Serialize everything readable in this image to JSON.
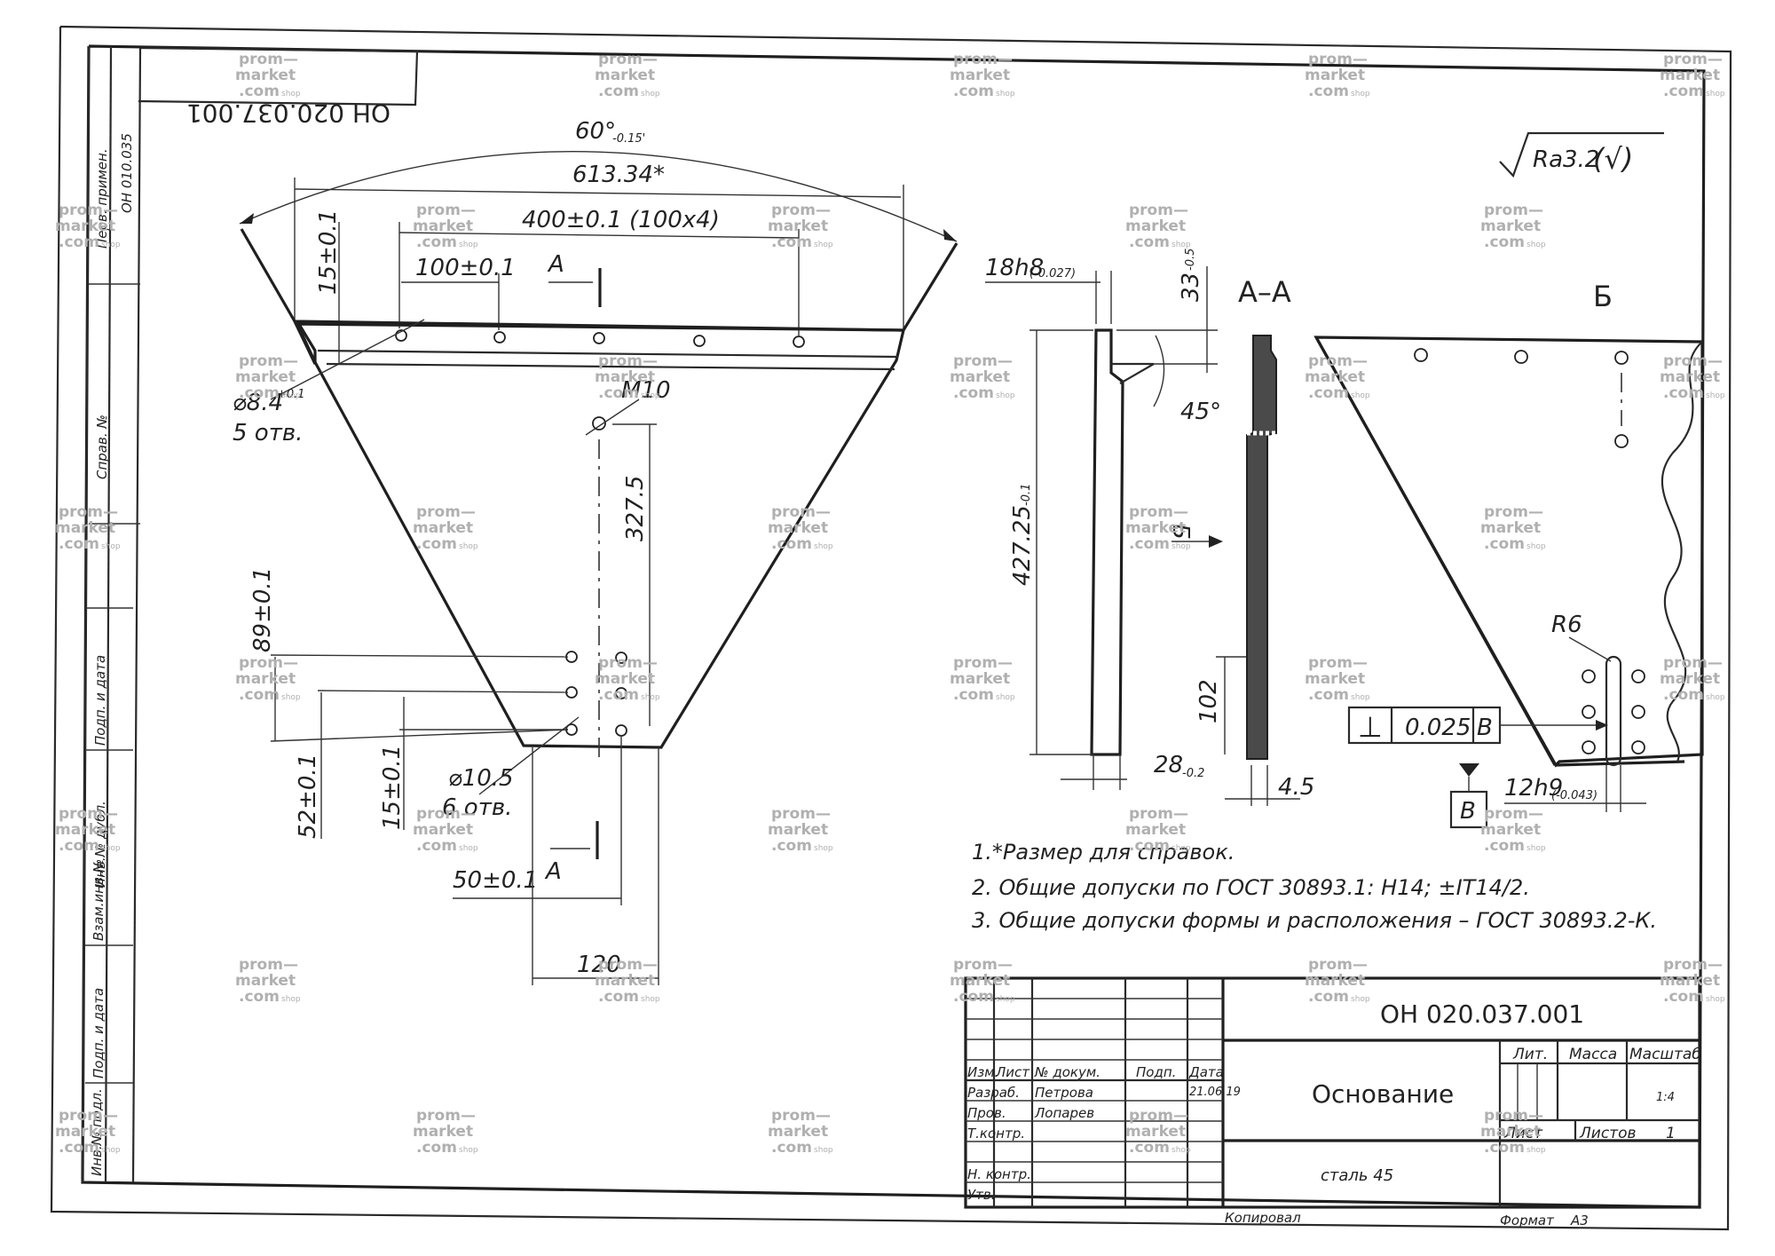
{
  "drawing": {
    "code": "ОН 020.037.001",
    "code_mirrored": "ОН 020.037.001",
    "part_name": "Основание",
    "material": "сталь 45",
    "format_label": "Формат",
    "format_value": "А3",
    "copied_label": "Копировал",
    "surface_finish": "Ra3.2",
    "surface_finish_suffix": "(√)"
  },
  "side_strip": {
    "perv_primen": "Перв. примен.",
    "perv_primen_value": "ОН 010.035",
    "sprav_no": "Справ. №",
    "podp_data_1": "Подп. и дата",
    "inv_dubl": "Инв.№ дубл.",
    "vzam_inv": "Взам.инв.№",
    "podp_data_2": "Подп. и дата",
    "inv_podl": "Инв.№ подл."
  },
  "front_view": {
    "dims": {
      "angle": "60°",
      "angle_tol": "-0.15'",
      "chord": "613.34*",
      "spacing_total": "400±0.1 (100x4)",
      "spacing_step": "100±0.1",
      "top_offset": "15±0.1",
      "hole_top": "⌀8.4",
      "hole_top_tol": "+0.1",
      "hole_top_count": "5 отв.",
      "thread": "M10",
      "height": "327.5",
      "gap_89": "89±0.1",
      "gap_52": "52±0.1",
      "gap_15": "15±0.1",
      "hole_bottom": "⌀10.5",
      "hole_bottom_count": "6 отв.",
      "spacing_50": "50±0.1",
      "width_bottom": "120",
      "section_letter_top": "А",
      "section_letter_bottom": "А"
    }
  },
  "side_view": {
    "dims": {
      "width_18": "18h8",
      "width_18_tol": "(-0.027)",
      "top_33": "33",
      "top_33_tol": "-0.5",
      "height_total": "427.25",
      "height_total_tol": "-0.1",
      "angle_45": "45°",
      "view_letter": "Б",
      "height_102": "102",
      "width_28": "28",
      "width_28_tol": "-0.2"
    }
  },
  "section_aa": {
    "label": "А–А",
    "dim_45": "4.5"
  },
  "view_b": {
    "label": "Б",
    "radius": "R6",
    "tolerance_symbol": "⊥",
    "tolerance_value": "0.025",
    "datum": "В",
    "datum_letter": "В",
    "width_12": "12h9",
    "width_12_tol": "(-0.043)"
  },
  "notes": [
    "1.*Размер для справок.",
    "2. Общие допуски по ГОСТ 30893.1: H14; ±IT14/2.",
    "3. Общие допуски формы и расположения – ГОСТ 30893.2-К."
  ],
  "title_block": {
    "col_izm": "Изм.",
    "col_list": "Лист",
    "col_doc": "№ докум.",
    "col_podp": "Подп.",
    "col_data": "Дата",
    "row_razrab": "Разраб.",
    "row_prov": "Пров.",
    "row_tkontr": "Т.контр.",
    "row_nkontr": "Н. контр.",
    "row_utv": "Утв.",
    "razrab_name": "Петрова",
    "razrab_date": "21.06.19",
    "prov_name": "Лопарев",
    "lit_label": "Лит.",
    "mass_label": "Масса",
    "scale_label": "Масштаб",
    "scale_value": "1:4",
    "sheet_label": "Лист",
    "sheets_label": "Листов",
    "sheets_value": "1"
  },
  "watermark": {
    "line1": "prom—",
    "line2": "market",
    "line3": ".com",
    "shop": "shop"
  }
}
